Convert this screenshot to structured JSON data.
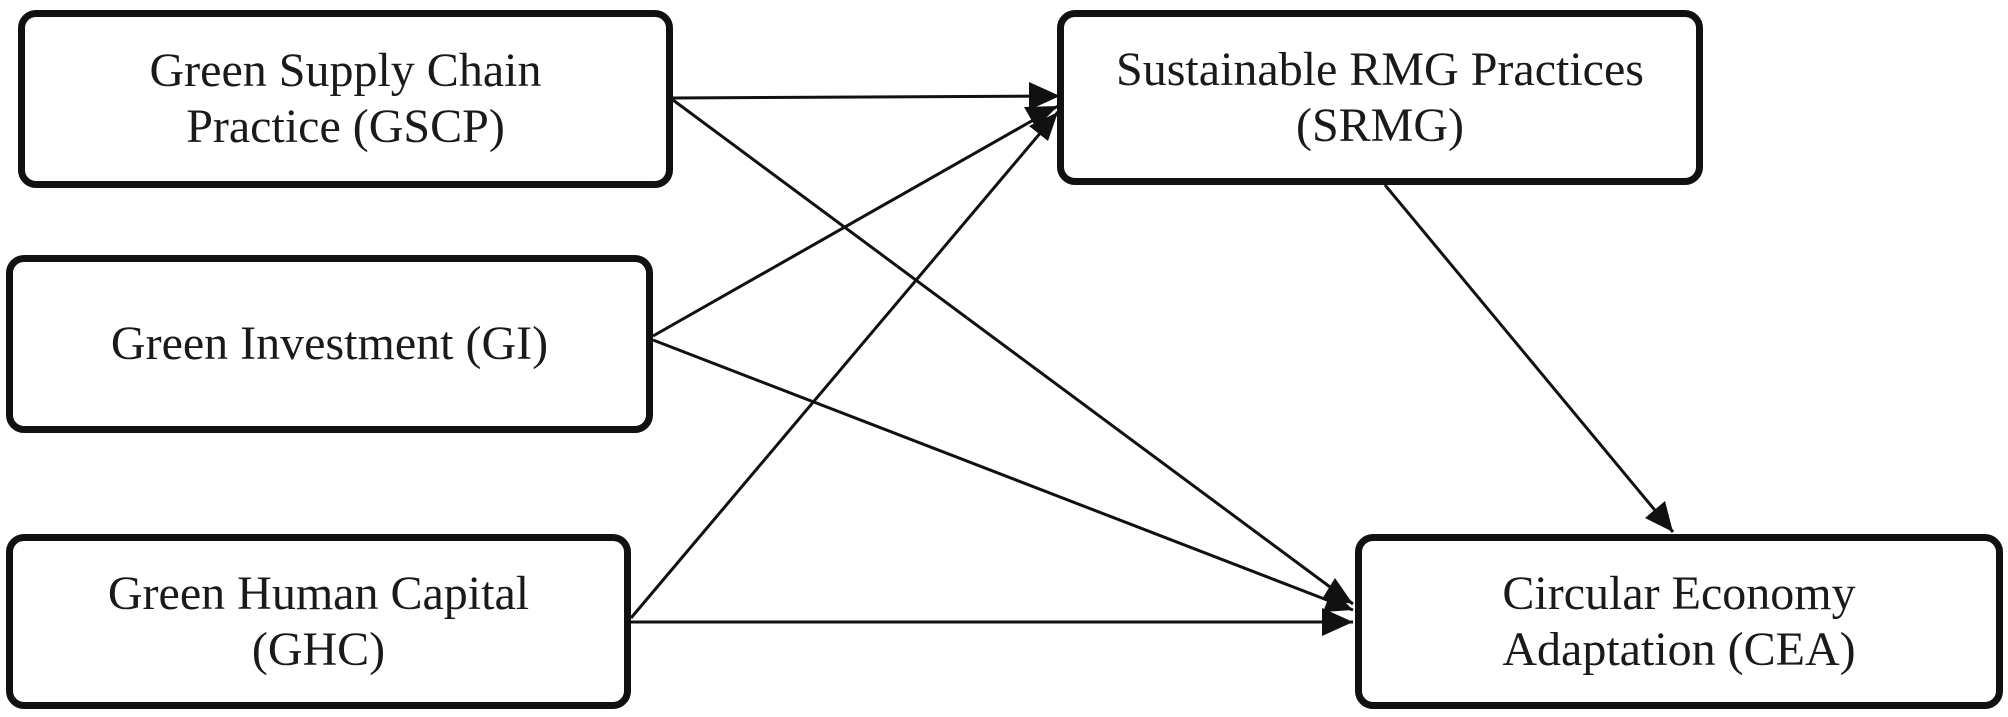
{
  "diagram": {
    "nodes": {
      "gscp": {
        "line1": "Green Supply Chain",
        "line2": "Practice (GSCP)"
      },
      "gi": {
        "line1": "Green Investment (GI)"
      },
      "ghc": {
        "line1": "Green Human Capital",
        "line2": "(GHC)"
      },
      "srmg": {
        "line1": "Sustainable RMG Practices",
        "line2": "(SRMG)"
      },
      "cea": {
        "line1": "Circular Economy",
        "line2": "Adaptation (CEA)"
      }
    },
    "edges": [
      {
        "from": "gscp",
        "to": "srmg"
      },
      {
        "from": "gscp",
        "to": "cea"
      },
      {
        "from": "gi",
        "to": "srmg"
      },
      {
        "from": "gi",
        "to": "cea"
      },
      {
        "from": "ghc",
        "to": "srmg"
      },
      {
        "from": "ghc",
        "to": "cea"
      },
      {
        "from": "srmg",
        "to": "cea"
      }
    ],
    "line_color": "#111111"
  }
}
